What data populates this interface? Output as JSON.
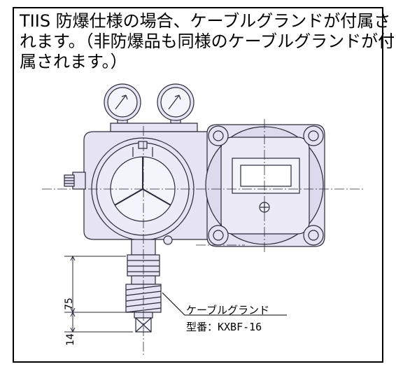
{
  "caption": {
    "line1": "TIIS 防爆仕様の場合、ケーブルグランドが付属さ",
    "line2": "れます。（非防爆品も同様のケーブルグランドが付",
    "line3": "属されます。）"
  },
  "callout": {
    "name": "ケーブルグランド",
    "model": "型番：KXBF-16"
  },
  "dimensions": {
    "upper": "75",
    "lower": "14"
  },
  "colors": {
    "body_fill": "#e6e4f2",
    "line": "#2a2a3a",
    "window_fill": "#f4f4fb"
  }
}
